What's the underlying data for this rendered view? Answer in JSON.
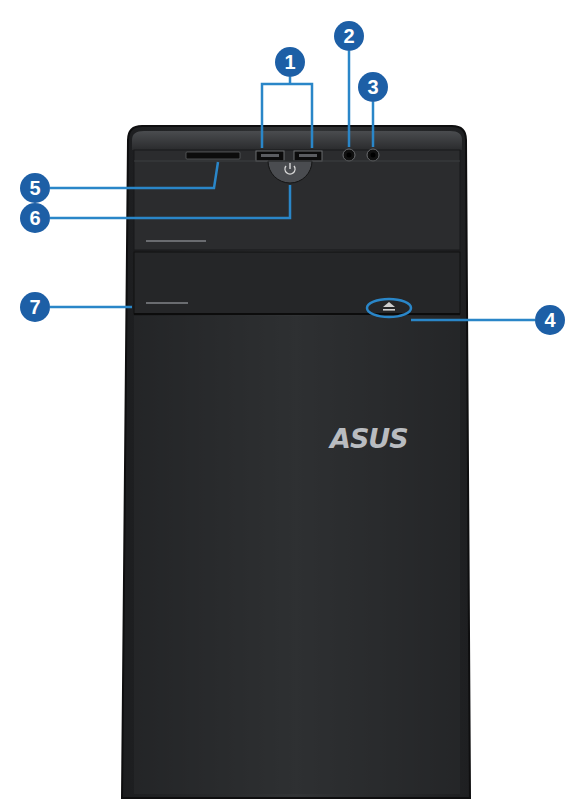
{
  "diagram": {
    "labels": [
      "1",
      "2",
      "3",
      "4",
      "5",
      "6",
      "7",
      "ASUS"
    ]
  }
}
